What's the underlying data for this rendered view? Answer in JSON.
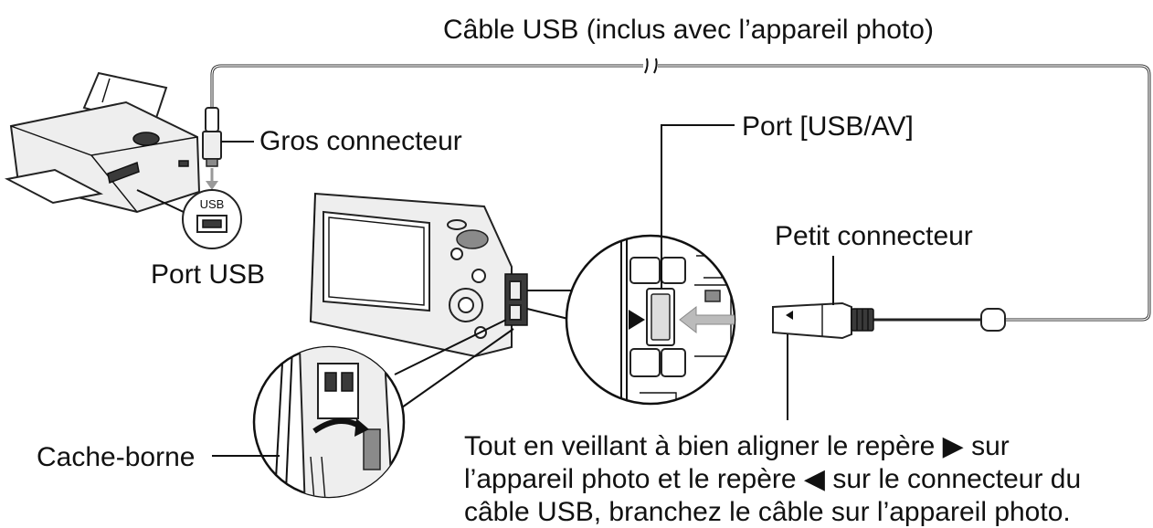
{
  "labels": {
    "usb_cable": "Câble USB (inclus avec l’appareil photo)",
    "big_connector": "Gros connecteur",
    "port_usb_av": "Port [USB/AV]",
    "small_connector": "Petit connecteur",
    "port_usb": "Port USB",
    "port_usb_badge": "USB",
    "terminal_cover": "Cache-borne",
    "instruction_lines": [
      "Tout en veillant à bien aligner le repère ▶ sur",
      "l’appareil photo et le repère ◀ sur le connecteur du",
      "câble USB, branchez le câble sur l’appareil photo."
    ]
  },
  "colors": {
    "ink": "#111111",
    "gray": "#8a8a8a",
    "light": "#eeeeee",
    "background": "#ffffff"
  },
  "icons": [
    "printer-icon",
    "camera-icon",
    "usb-cable-icon",
    "arrow-right-marker",
    "arrow-left-marker"
  ]
}
